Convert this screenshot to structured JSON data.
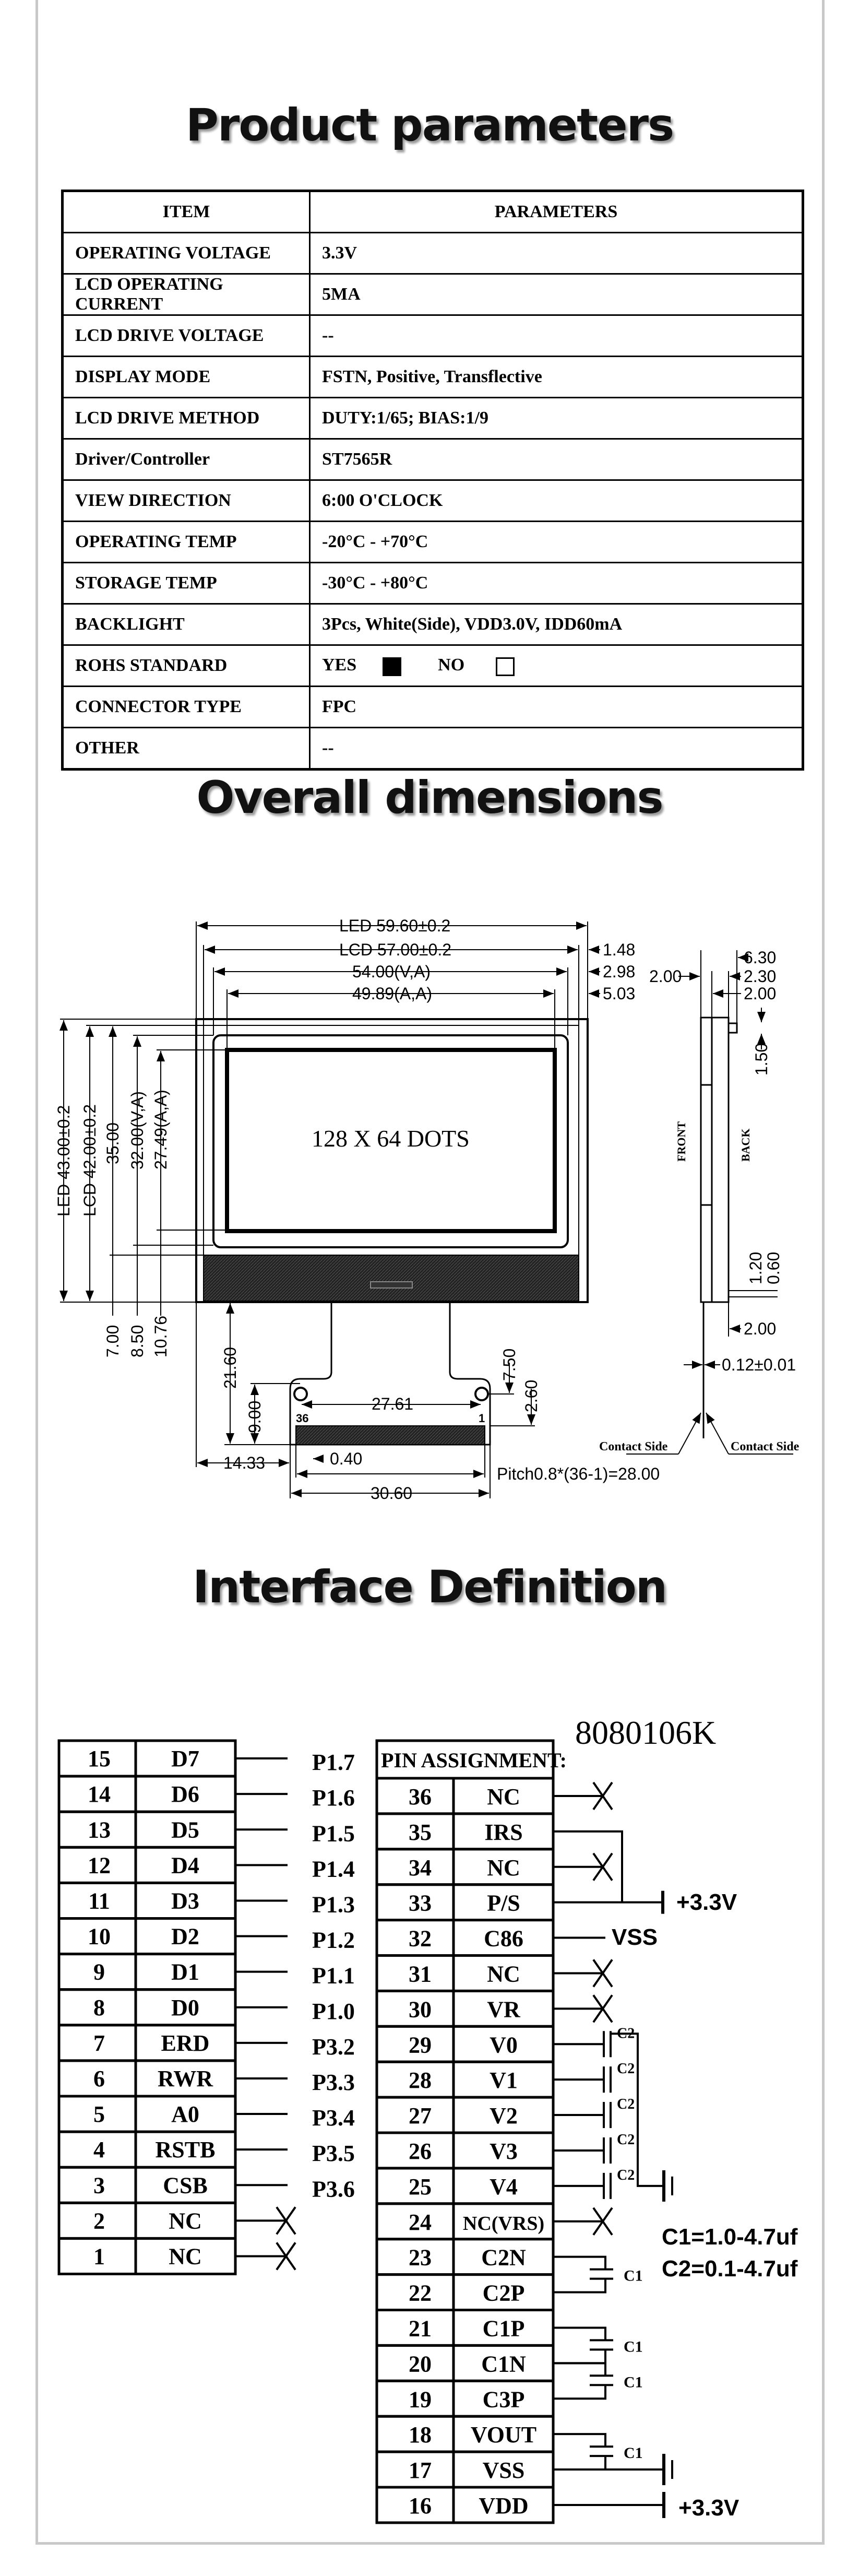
{
  "sections": {
    "params_title": "Product parameters",
    "dims_title": "Overall dimensions",
    "interface_title": "Interface Definition"
  },
  "params": {
    "headers": [
      "ITEM",
      "PARAMETERS"
    ],
    "rows": [
      {
        "item": "OPERATING VOLTAGE",
        "value": "3.3V"
      },
      {
        "item": "LCD OPERATING CURRENT",
        "value": "5MA"
      },
      {
        "item": "LCD DRIVE VOLTAGE",
        "value": "--"
      },
      {
        "item": "DISPLAY MODE",
        "value": "FSTN, Positive, Transflective"
      },
      {
        "item": "LCD DRIVE METHOD",
        "value": "DUTY:1/65; BIAS:1/9"
      },
      {
        "item": "Driver/Controller",
        "value": "ST7565R"
      },
      {
        "item": "VIEW DIRECTION",
        "value": "6:00 O'CLOCK"
      },
      {
        "item": "OPERATING TEMP",
        "value": "-20°C  -  +70°C"
      },
      {
        "item": "STORAGE TEMP",
        "value": "-30°C  -  +80°C"
      },
      {
        "item": "BACKLIGHT",
        "value": "3Pcs, White(Side), VDD3.0V, IDD60mA"
      },
      {
        "item": "ROHS STANDARD",
        "value": ""
      },
      {
        "item": "CONNECTOR TYPE",
        "value": "FPC"
      },
      {
        "item": "OTHER",
        "value": "--"
      }
    ],
    "rohs": {
      "yes_label": "YES",
      "no_label": "NO",
      "yes_checked": true,
      "no_checked": false
    }
  },
  "drawing": {
    "led_width": "LED 59.60±0.2",
    "lcd_width": "LCD 57.00±0.2",
    "va_width": "54.00(V,A)",
    "aa_width": "49.89(A,A)",
    "off_148": "1.48",
    "off_298": "2.98",
    "off_503": "5.03",
    "led_height": "LED  43.00±0.2",
    "lcd_height": "LCD  42.00±0.2",
    "h_35": "35.00",
    "va_height": "32.00(V,A)",
    "aa_height": "27.49(A,A)",
    "b_700": "7.00",
    "b_850": "8.50",
    "b_1076": "10.76",
    "dots": "128 X 64 DOTS",
    "fpc_2160": "21.60",
    "fpc_900": "9.00",
    "fpc_2761": "27.61",
    "fpc_750": "7.50",
    "fpc_260": "2.60",
    "pin_36": "36",
    "pin_1": "1",
    "fpc_1433": "14.33",
    "fpc_040": "0.40",
    "pitch": "Pitch0.8*(36-1)=28.00",
    "fpc_3060": "30.60",
    "side_630": "6.30",
    "side_200a": "2.00",
    "side_230": "2.30",
    "side_200b": "2.00",
    "side_150": "1.50",
    "front": "FRONT",
    "back": "BACK",
    "side_120": "1.20",
    "side_060": "0.60",
    "side_200c": "2.00",
    "side_012": "0.12±0.01",
    "contact_left": "Contact Side",
    "contact_right": "Contact Side"
  },
  "interface": {
    "model": "8080106K",
    "pin_header": "PIN ASSIGNMENT:",
    "left_pins": [
      {
        "no": "15",
        "name": "D7",
        "port": "P1.7"
      },
      {
        "no": "14",
        "name": "D6",
        "port": "P1.6"
      },
      {
        "no": "13",
        "name": "D5",
        "port": "P1.5"
      },
      {
        "no": "12",
        "name": "D4",
        "port": "P1.4"
      },
      {
        "no": "11",
        "name": "D3",
        "port": "P1.3"
      },
      {
        "no": "10",
        "name": "D2",
        "port": "P1.2"
      },
      {
        "no": "9",
        "name": "D1",
        "port": "P1.1"
      },
      {
        "no": "8",
        "name": "D0",
        "port": "P1.0"
      },
      {
        "no": "7",
        "name": "ERD",
        "port": "P3.2"
      },
      {
        "no": "6",
        "name": "RWR",
        "port": "P3.3"
      },
      {
        "no": "5",
        "name": "A0",
        "port": "P3.4"
      },
      {
        "no": "4",
        "name": "RSTB",
        "port": "P3.5"
      },
      {
        "no": "3",
        "name": "CSB",
        "port": "P3.6"
      },
      {
        "no": "2",
        "name": "NC",
        "port": ""
      },
      {
        "no": "1",
        "name": "NC",
        "port": ""
      }
    ],
    "right_pins": [
      {
        "no": "36",
        "name": "NC"
      },
      {
        "no": "35",
        "name": "IRS"
      },
      {
        "no": "34",
        "name": "NC"
      },
      {
        "no": "33",
        "name": "P/S"
      },
      {
        "no": "32",
        "name": "C86"
      },
      {
        "no": "31",
        "name": "NC"
      },
      {
        "no": "30",
        "name": "VR"
      },
      {
        "no": "29",
        "name": "V0"
      },
      {
        "no": "28",
        "name": "V1"
      },
      {
        "no": "27",
        "name": "V2"
      },
      {
        "no": "26",
        "name": "V3"
      },
      {
        "no": "25",
        "name": "V4"
      },
      {
        "no": "24",
        "name": "NC(VRS)"
      },
      {
        "no": "23",
        "name": "C2N"
      },
      {
        "no": "22",
        "name": "C2P"
      },
      {
        "no": "21",
        "name": "C1P"
      },
      {
        "no": "20",
        "name": "C1N"
      },
      {
        "no": "19",
        "name": "C3P"
      },
      {
        "no": "18",
        "name": "VOUT"
      },
      {
        "no": "17",
        "name": "VSS"
      },
      {
        "no": "16",
        "name": "VDD"
      }
    ],
    "vcc_label_top": "+3.3V",
    "vss_label": "VSS",
    "vcc_label_bottom": "+3.3V",
    "c1_note": "C1=1.0-4.7uf",
    "c2_note": "C2=0.1-4.7uf",
    "c1": "C1",
    "c2": "C2"
  }
}
